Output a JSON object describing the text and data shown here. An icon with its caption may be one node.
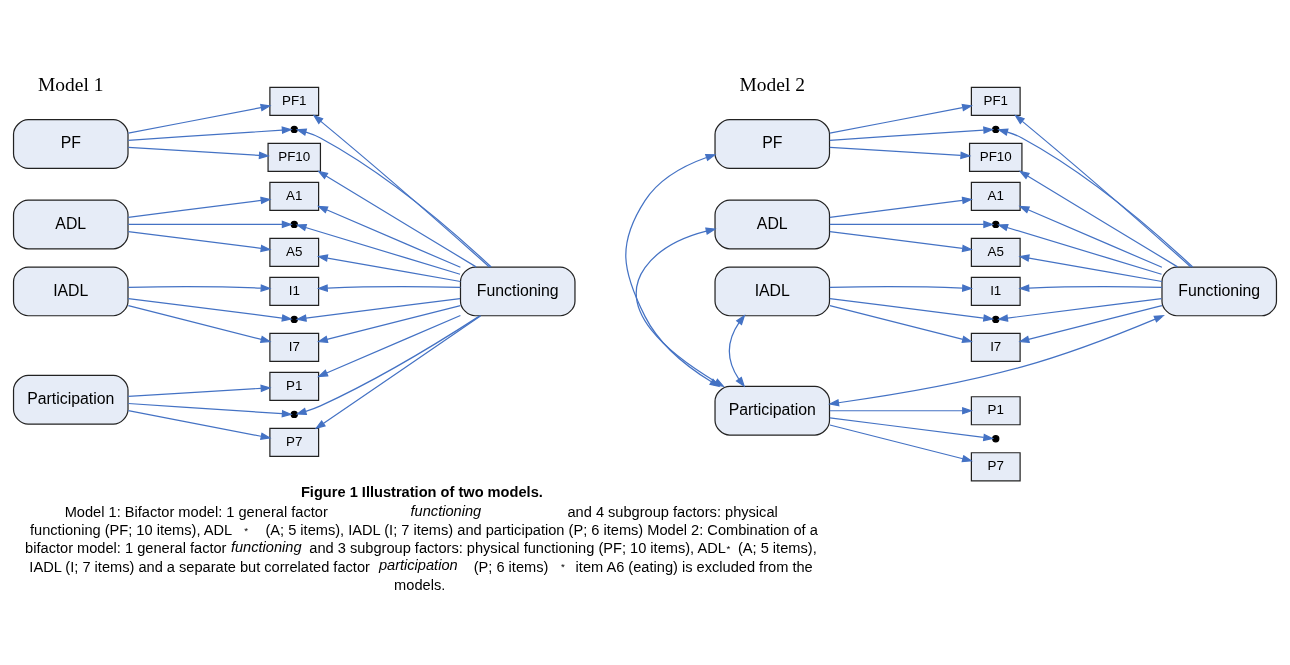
{
  "diagram": {
    "caption": "**Figure 1 Illustration of two models.** Model 1: Bifactor model: 1 general factor *functioning* and 4 subgroup factors: physical functioning (PF; 10 items), ADL$^{*}$ (A; 5 items), IADL (I; 7 items) and participation (P; 6 items) Model 2: Combination of a bifactor model: 1 general factor *functioning* and 3 subgroup factors: physical functioning (PF; 10 items), ADL$^{*}$ (A; 5 items), IADL (I; 7 items) and a separate but correlated factor *participation* (P; 6 items) $^{*}$item A6 (eating) is excluded from the models.",
    "nodes": [
      {
        "text": [
          "PF"
        ]
      },
      {
        "text": [
          "ADL"
        ]
      },
      {
        "text": [
          "IADL"
        ]
      },
      {
        "text": [
          "Participation"
        ]
      },
      {
        "text": [
          "PF1"
        ]
      },
      {
        "text": [],
        "shape": "dot"
      },
      {
        "text": [
          "PF10"
        ]
      },
      {
        "text": [
          "A1"
        ]
      },
      {
        "text": [],
        "shape": "dot"
      },
      {
        "text": [
          "A5"
        ]
      },
      {
        "text": [
          "I1"
        ]
      },
      {
        "text": [],
        "shape": "dot"
      },
      {
        "text": [
          "I7"
        ]
      },
      {
        "text": [
          "P1"
        ]
      },
      {
        "text": [],
        "shape": "dot"
      },
      {
        "text": [
          "P7"
        ]
      },
      {
        "text": [
          "Functioning"
        ]
      },
      {
        "text": [
          "PF"
        ]
      },
      {
        "text": [
          "ADL"
        ]
      },
      {
        "text": [
          "IADL"
        ]
      },
      {
        "text": [
          "Participation"
        ]
      },
      {
        "text": [
          "PF1"
        ]
      },
      {
        "text": [],
        "shape": "dot"
      },
      {
        "text": [
          "PF10"
        ]
      },
      {
        "text": [
          "A1"
        ]
      },
      {
        "text": [],
        "shape": "dot"
      },
      {
        "text": [
          "A5"
        ]
      },
      {
        "text": [
          "I1"
        ]
      },
      {
        "text": [],
        "shape": "dot"
      },
      {
        "text": [
          "I7"
        ]
      },
      {
        "text": [
          "P1"
        ]
      },
      {
        "text": [],
        "shape": "dot"
      },
      {
        "text": [
          "P7"
        ]
      },
      {
        "text": [
          "Functioning"
        ]
      }
    ],
    "edges": [
      {
        "from": 0,
        "to": 4,
        "arrow": "to"
      },
      {
        "from": 0,
        "to": 5,
        "arrow": "to"
      },
      {
        "from": 0,
        "to": 6,
        "arrow": "to"
      },
      {
        "from": 1,
        "to": 7,
        "arrow": "to"
      },
      {
        "from": 1,
        "to": 8,
        "arrow": "to"
      },
      {
        "from": 1,
        "to": 9,
        "arrow": "to"
      },
      {
        "from": 2,
        "to": 10,
        "arrow": "to"
      },
      {
        "from": 2,
        "to": 11,
        "arrow": "to"
      },
      {
        "from": 2,
        "to": 12,
        "arrow": "to"
      },
      {
        "from": 3,
        "to": 13,
        "arrow": "to"
      },
      {
        "from": 3,
        "to": 14,
        "arrow": "to"
      },
      {
        "from": 3,
        "to": 15,
        "arrow": "to"
      },
      {
        "from": 16,
        "to": 4,
        "arrow": "to"
      },
      {
        "from": 16,
        "to": 5,
        "arrow": "to"
      },
      {
        "from": 16,
        "to": 6,
        "arrow": "to"
      },
      {
        "from": 16,
        "to": 7,
        "arrow": "to"
      },
      {
        "from": 16,
        "to": 8,
        "arrow": "to"
      },
      {
        "from": 16,
        "to": 9,
        "arrow": "to"
      },
      {
        "from": 16,
        "to": 10,
        "arrow": "to"
      },
      {
        "from": 16,
        "to": 11,
        "arrow": "to"
      },
      {
        "from": 16,
        "to": 12,
        "arrow": "to"
      },
      {
        "from": 16,
        "to": 13,
        "arrow": "to"
      },
      {
        "from": 16,
        "to": 14,
        "arrow": "to"
      },
      {
        "from": 16,
        "to": 15,
        "arrow": "to"
      },
      {
        "from": 17,
        "to": 21,
        "arrow": "to"
      },
      {
        "from": 17,
        "to": 22,
        "arrow": "to"
      },
      {
        "from": 17,
        "to": 23,
        "arrow": "to"
      },
      {
        "from": 18,
        "to": 24,
        "arrow": "to"
      },
      {
        "from": 18,
        "to": 25,
        "arrow": "to"
      },
      {
        "from": 18,
        "to": 26,
        "arrow": "to"
      },
      {
        "from": 19,
        "to": 27,
        "arrow": "to"
      },
      {
        "from": 19,
        "to": 28,
        "arrow": "to"
      },
      {
        "from": 19,
        "to": 29,
        "arrow": "to"
      },
      {
        "from": 20,
        "to": 30,
        "arrow": "to"
      },
      {
        "from": 20,
        "to": 31,
        "arrow": "to"
      },
      {
        "from": 20,
        "to": 32,
        "arrow": "to"
      },
      {
        "from": 33,
        "to": 21,
        "arrow": "to"
      },
      {
        "from": 33,
        "to": 22,
        "arrow": "to"
      },
      {
        "from": 33,
        "to": 23,
        "arrow": "to"
      },
      {
        "from": 33,
        "to": 24,
        "arrow": "to"
      },
      {
        "from": 33,
        "to": 25,
        "arrow": "to"
      },
      {
        "from": 33,
        "to": 26,
        "arrow": "to"
      },
      {
        "from": 33,
        "to": 27,
        "arrow": "to"
      },
      {
        "from": 33,
        "to": 28,
        "arrow": "to"
      },
      {
        "from": 33,
        "to": 29,
        "arrow": "to"
      },
      {
        "from": 20,
        "to": 17,
        "arrow": "both"
      },
      {
        "from": 20,
        "to": 18,
        "arrow": "both"
      },
      {
        "from": 20,
        "to": 19,
        "arrow": "both"
      },
      {
        "from": 20,
        "to": 33,
        "arrow": "both"
      }
    ],
    "labels": [
      "Model 1",
      "Model 2"
    ]
  }
}
